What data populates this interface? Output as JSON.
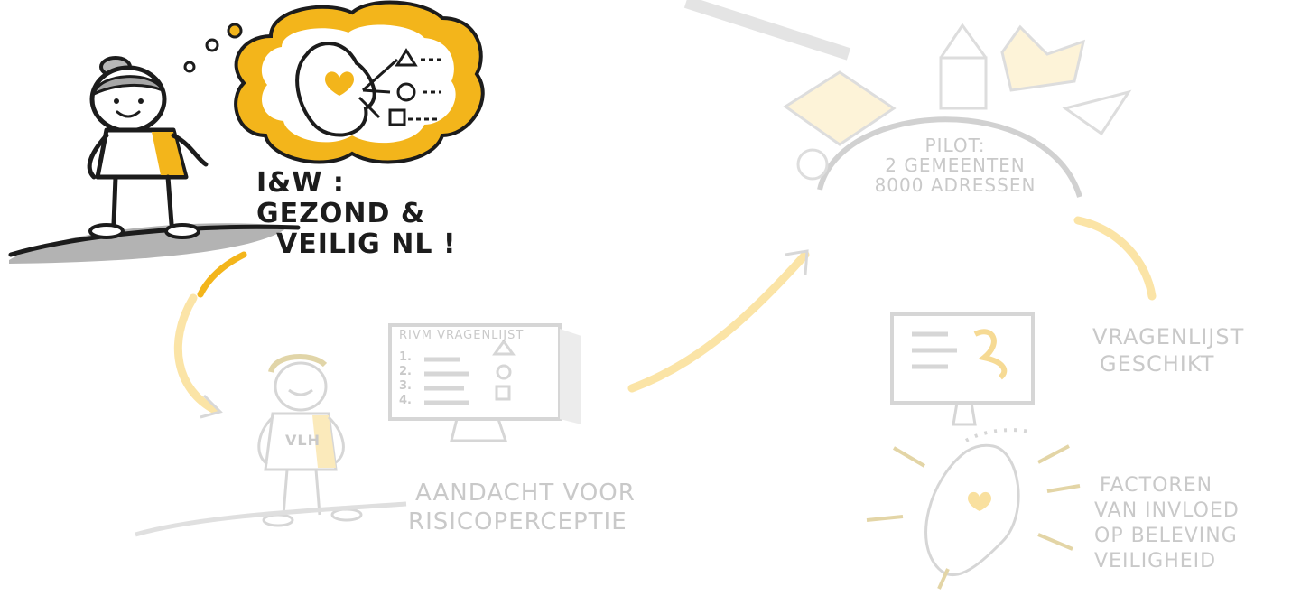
{
  "theme": {
    "ink": "#1c1c1c",
    "accent": "#f3b51b",
    "faded_ink": "#c9c9c9",
    "faded_accent": "#fbe3a2"
  },
  "scene": {
    "ministry_statement": {
      "line1": "I&W :",
      "line2": "GEZOND &",
      "line3": "VEILIG NL !"
    },
    "questionnaire": {
      "title": "RIVM VRAGENLIJST",
      "items": [
        "1.",
        "2.",
        "3.",
        "4."
      ]
    },
    "person_badge": "VLH",
    "risk_note": {
      "line1": "AANDACHT VOOR",
      "line2": "RISICOPERCEPTIE"
    },
    "pilot": {
      "line1": "PILOT:",
      "line2": "2 GEMEENTEN",
      "line3": "8000 ADRESSEN"
    },
    "result": {
      "line1": "VRAGENLIJST",
      "line2": "GESCHIKT"
    },
    "factors": {
      "line1": "FACTOREN",
      "line2": "VAN INVLOED",
      "line3": "OP BELEVING",
      "line4": "VEILIGHEID"
    }
  }
}
